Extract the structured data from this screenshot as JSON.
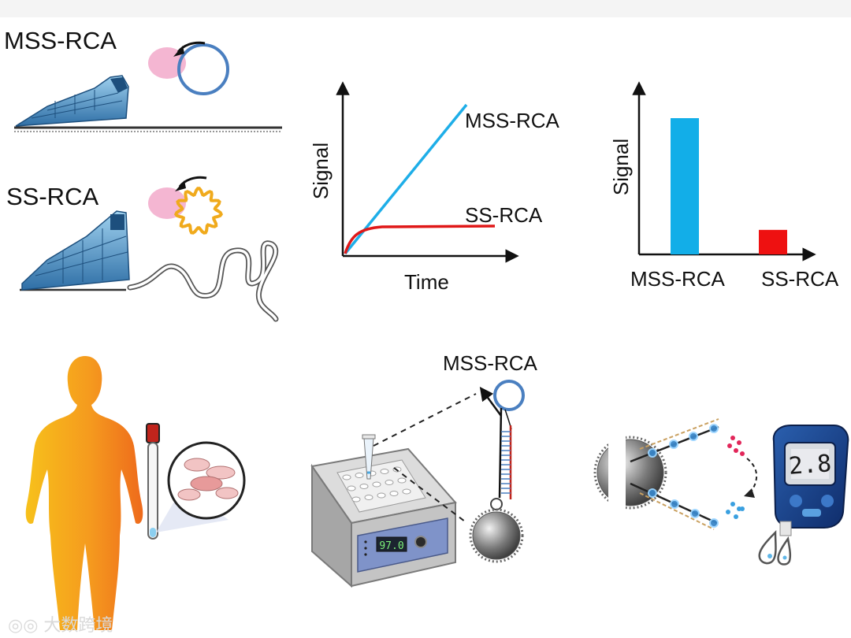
{
  "labels": {
    "mss_rca_top": "MSS-RCA",
    "ss_rca_top": "SS-RCA",
    "bottom_mss_rca": "MSS-RCA"
  },
  "line_chart": {
    "ylabel": "Signal",
    "xlabel": "Time",
    "series_labels": [
      "MSS-RCA",
      "SS-RCA"
    ]
  },
  "chart_data": [
    {
      "type": "line",
      "xlabel": "Time",
      "ylabel": "Signal",
      "series": [
        {
          "name": "MSS-RCA",
          "color": "#1eaee8",
          "trend": "linear increase"
        },
        {
          "name": "SS-RCA",
          "color": "#e01818",
          "trend": "rapid rise then plateau"
        }
      ]
    },
    {
      "type": "bar",
      "ylabel": "Signal",
      "categories": [
        "MSS-RCA",
        "SS-RCA"
      ],
      "values": [
        100,
        18
      ],
      "colors": [
        "#12aee8",
        "#ee1111"
      ]
    }
  ],
  "device": {
    "display": "97.0"
  },
  "meter": {
    "display": "2.8"
  },
  "watermark": "大数跨境",
  "colors": {
    "blue": "#1eaee8",
    "red": "#e01818",
    "ring_blue": "#4a7fc0",
    "star_ring": "#f0aa1c",
    "pink": "#f4b6d2"
  }
}
